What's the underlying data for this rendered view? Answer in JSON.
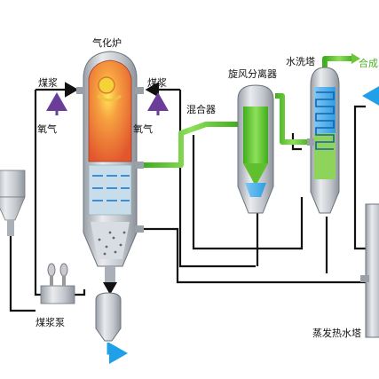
{
  "labels": {
    "gasifier": "气化炉",
    "slurry_left": "煤浆",
    "slurry_right": "煤浆",
    "oxygen_left": "氧气",
    "oxygen_right": "氧气",
    "mixer": "混合器",
    "cyclone": "旋风分离器",
    "scrubber": "水洗塔",
    "syngas": "合成",
    "slurry_pump": "煤浆泵",
    "evaporator": "蒸发热水塔"
  },
  "colors": {
    "vessel_steel": "#c9ccd2",
    "flame_orange": "#ee7a3a",
    "syngas_green": "#6cc836",
    "water_blue": "#1fa0e8",
    "pipe_black": "#111111",
    "oxygen_purple": "#6a3d99"
  }
}
